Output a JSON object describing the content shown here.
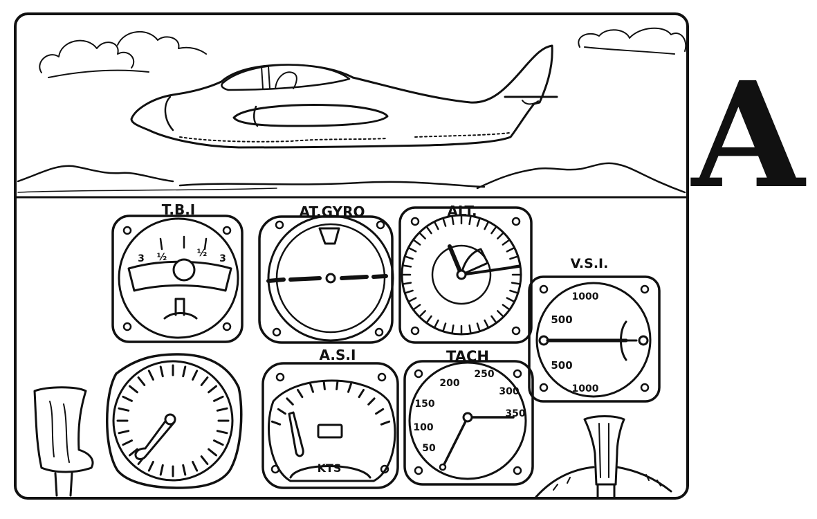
{
  "panel_letter": "A",
  "instruments": {
    "tbi": {
      "label": "T.B.I",
      "marks": [
        "3",
        "½",
        "½",
        "3"
      ]
    },
    "attitude_gyro": {
      "label": "AT.GYRO"
    },
    "altimeter": {
      "label": "ALT."
    },
    "vsi": {
      "label": "V.S.I.",
      "scale": [
        "1000",
        "500",
        "500",
        "1000"
      ]
    },
    "asi": {
      "label": "A.S.I",
      "unit": "KTS"
    },
    "tach": {
      "label": "TACH",
      "scale": [
        "50",
        "100",
        "150",
        "200",
        "250",
        "300",
        "350"
      ]
    }
  },
  "colors": {
    "ink": "#111111",
    "paper": "#ffffff"
  }
}
